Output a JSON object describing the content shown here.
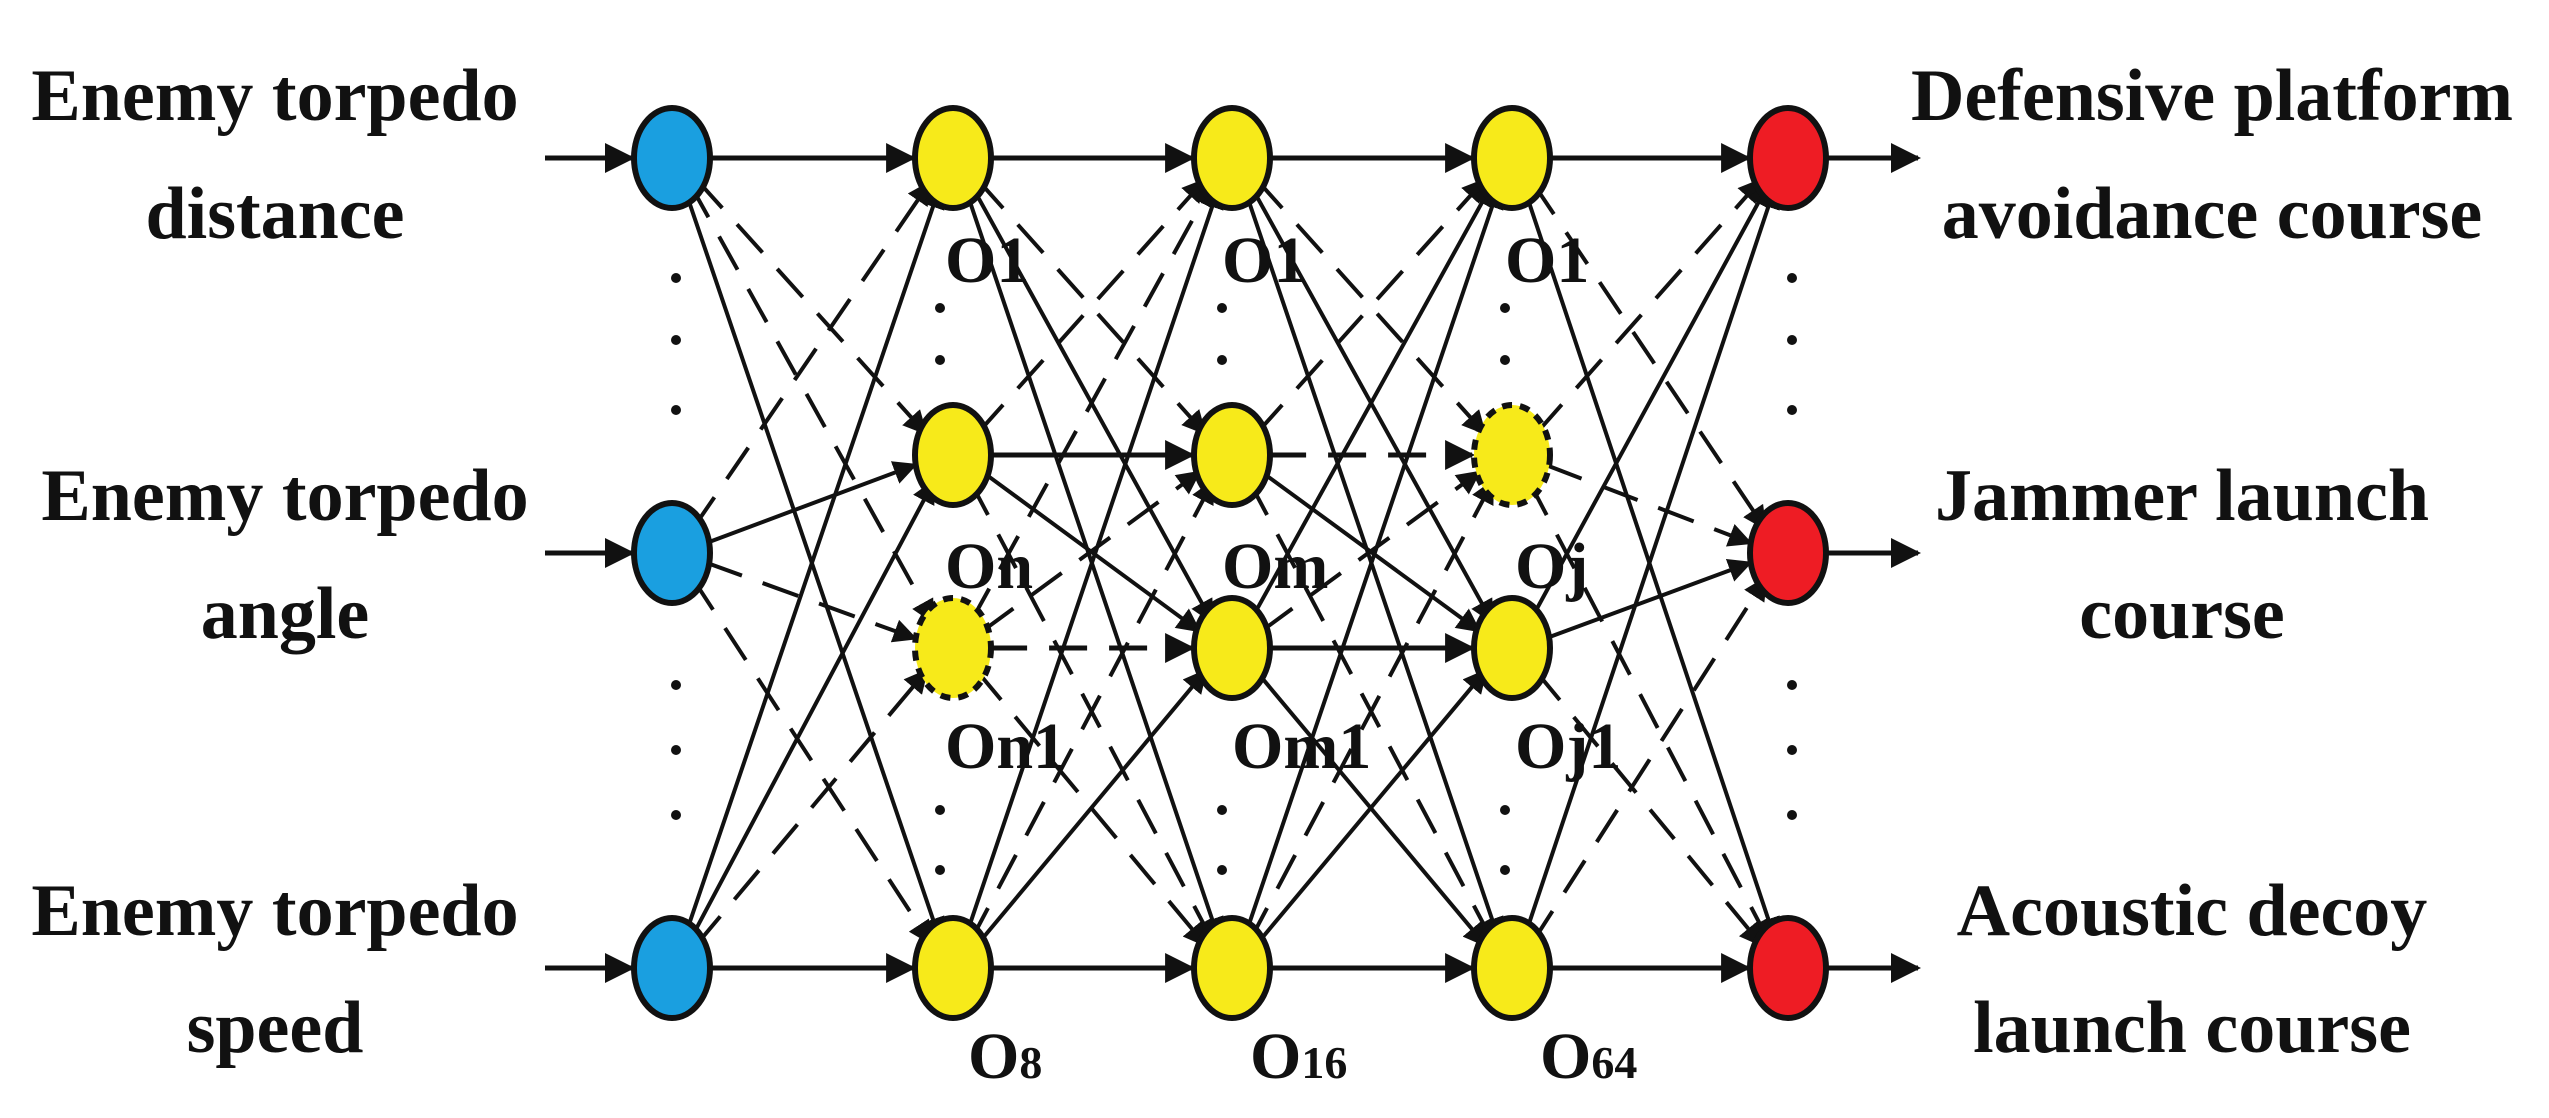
{
  "inputs": [
    {
      "line1": "Enemy torpedo",
      "line2": "distance"
    },
    {
      "line1": "Enemy torpedo",
      "line2": "angle"
    },
    {
      "line1": "Enemy torpedo",
      "line2": "speed"
    }
  ],
  "outputs": [
    {
      "line1": "Defensive platform",
      "line2": "avoidance course"
    },
    {
      "line1": "Jammer launch",
      "line2": "course"
    },
    {
      "line1": "Acoustic decoy",
      "line2": "launch course"
    }
  ],
  "hidden_layers": [
    {
      "labels": {
        "top": "O1",
        "mid": "On",
        "mid2": "On1",
        "bottom_base": "O",
        "bottom_sub": "8"
      }
    },
    {
      "labels": {
        "top": "O1",
        "mid": "Om",
        "mid2": "Om1",
        "bottom_base": "O",
        "bottom_sub": "16"
      }
    },
    {
      "labels": {
        "top": "O1",
        "mid": "Oj",
        "mid2": "Oj1",
        "bottom_base": "O",
        "bottom_sub": "64"
      }
    }
  ],
  "colors": {
    "input_node": "#1a9fe0",
    "hidden_node": "#f7ea1a",
    "output_node": "#ee1c24",
    "line": "#111111"
  }
}
